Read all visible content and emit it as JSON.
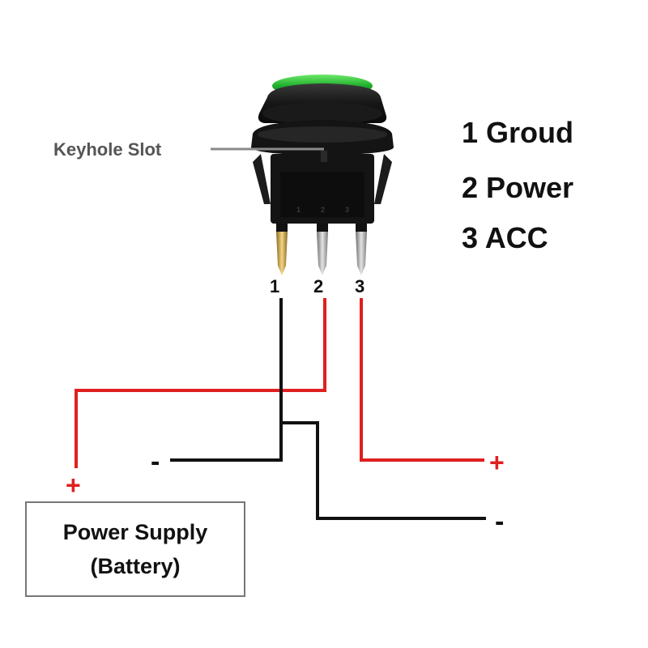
{
  "labels": {
    "keyhole": "Keyhole Slot",
    "pin1": "1",
    "pin2": "2",
    "pin3": "3",
    "legend1": "1 Groud",
    "legend2": "2 Power",
    "legend3": "3 ACC",
    "neg_left": "-",
    "pos_left": "+",
    "pos_right": "+",
    "neg_right": "-",
    "power_supply_line1": "Power Supply",
    "power_supply_line2": "(Battery)",
    "housing_pin_marks": [
      "1",
      "2",
      "3"
    ]
  },
  "colors": {
    "wire_red": "#e01f1f",
    "wire_black": "#111111",
    "switch_lens": "#1fae2c",
    "switch_body": "#151515",
    "text_dark": "#111111",
    "text_gray": "#555555"
  }
}
